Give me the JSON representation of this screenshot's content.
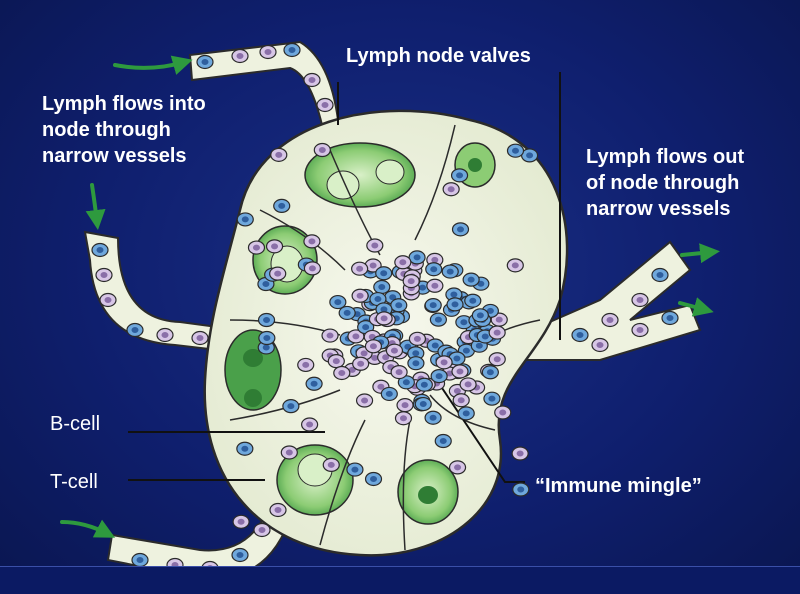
{
  "labels": {
    "valves": "Lymph  node valves",
    "flows_in": [
      "Lymph flows into",
      "node through",
      "narrow vessels"
    ],
    "flows_out": [
      "Lymph flows out",
      "of node through",
      "narrow vessels"
    ],
    "b_cell": "B-cell",
    "t_cell": "T-cell",
    "immune_mingle": "“Immune mingle”"
  },
  "colors": {
    "background": "#0f1f6e",
    "node_fill": "#eef2df",
    "follicle_green": "#4aa04a",
    "follicle_light": "#bfe2b0",
    "b_cell_color": "#d7c6e6",
    "t_cell_color": "#6fa8dc",
    "arrow_green": "#2e9a3e",
    "text": "#ffffff"
  }
}
